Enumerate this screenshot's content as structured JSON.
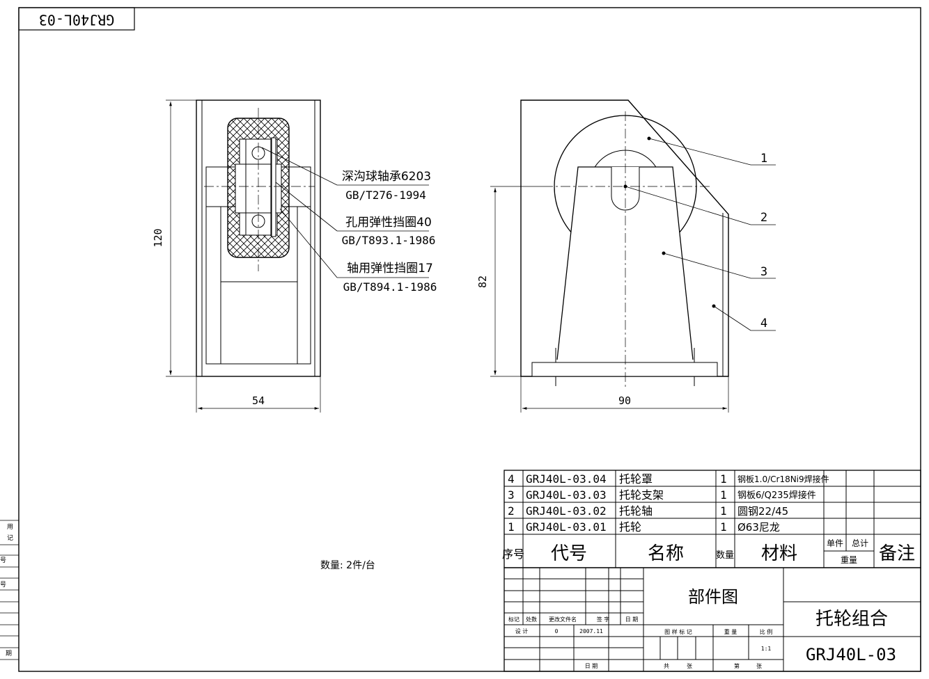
{
  "drawing": {
    "code_stamp": "GRJ40L-03",
    "quantity_note": "数量: 2件/台",
    "left_margin_labels": [
      "用",
      "记",
      "号",
      "号",
      "期"
    ]
  },
  "front_view": {
    "dim_height": "120",
    "dim_width": "54",
    "callouts": [
      {
        "name": "深沟球轴承6203",
        "standard": "GB/T276-1994"
      },
      {
        "name": "孔用弹性挡圈40",
        "standard": "GB/T893.1-1986"
      },
      {
        "name": "轴用弹性挡圈17",
        "standard": "GB/T894.1-1986"
      }
    ]
  },
  "side_view": {
    "dim_height": "82",
    "dim_width": "90",
    "balloons": [
      "1",
      "2",
      "3",
      "4"
    ]
  },
  "bom": {
    "rows": [
      {
        "no": "4",
        "code": "GRJ40L-03.04",
        "name": "托轮罩",
        "qty": "1",
        "material": "钢板1.0/Cr18Ni9焊接件"
      },
      {
        "no": "3",
        "code": "GRJ40L-03.03",
        "name": "托轮支架",
        "qty": "1",
        "material": "钢板6/Q235焊接件"
      },
      {
        "no": "2",
        "code": "GRJ40L-03.02",
        "name": "托轮轴",
        "qty": "1",
        "material": "圆钢22/45"
      },
      {
        "no": "1",
        "code": "GRJ40L-03.01",
        "name": "托轮",
        "qty": "1",
        "material": "Ø63尼龙"
      }
    ],
    "header": {
      "no": "序号",
      "code": "代号",
      "name": "名称",
      "qty": "数量",
      "material": "材料",
      "unit_weight": "单件",
      "total_weight": "总计",
      "weight": "重量",
      "remark": "备注"
    }
  },
  "title_block": {
    "category": "部件图",
    "part_name": "托轮组合",
    "drawing_no": "GRJ40L-03",
    "rev_headers": [
      "标记",
      "处数",
      "更改文件名",
      "签 字",
      "日 期"
    ],
    "design_label": "设 计",
    "design_value": "0",
    "design_date": "2007.11",
    "date_label": "日 期",
    "stage_label": "图 样 标 记",
    "weight_label": "重 量",
    "scale_label": "比 例",
    "scale_value": "1:1",
    "sheets_label": "共",
    "sheet_unit": "张",
    "sheet_no_label": "第",
    "sheet_no_unit": "张"
  }
}
